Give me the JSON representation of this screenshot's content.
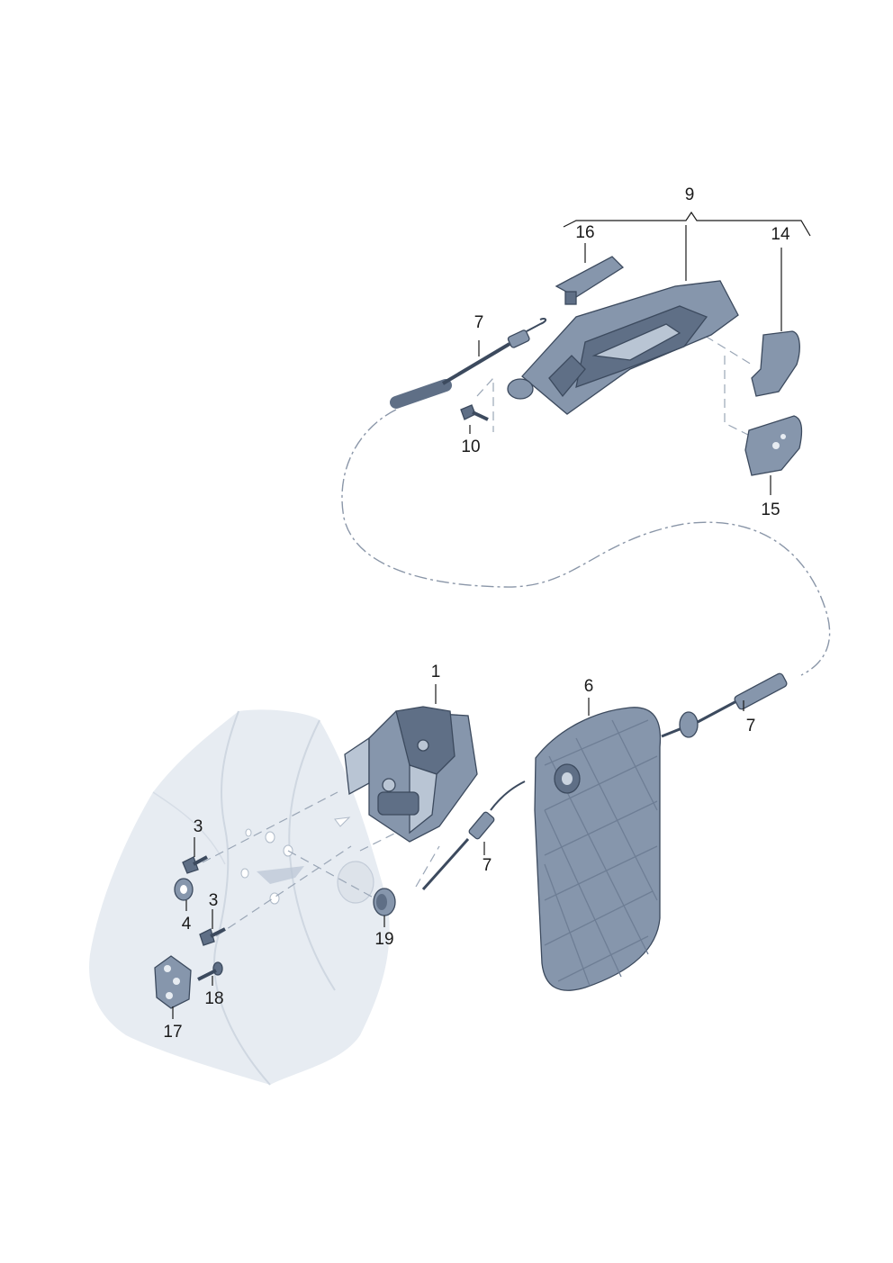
{
  "callouts": {
    "c1": "1",
    "c3a": "3",
    "c3b": "3",
    "c4": "4",
    "c6": "6",
    "c7a": "7",
    "c7b": "7",
    "c7c": "7",
    "c9": "9",
    "c10": "10",
    "c14": "14",
    "c15": "15",
    "c16": "16",
    "c17": "17",
    "c18": "18",
    "c19": "19"
  },
  "colors": {
    "line": "#1a1a1a",
    "part_dark": "#5f6f86",
    "part_mid": "#8696ac",
    "part_light": "#b9c5d4",
    "door_panel": "#e7ecf2"
  }
}
